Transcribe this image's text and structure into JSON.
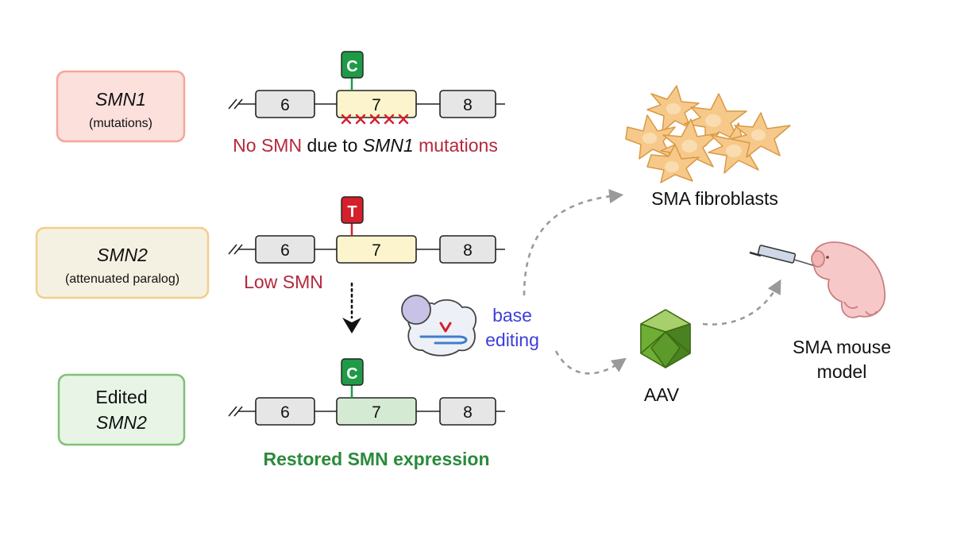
{
  "genes": [
    {
      "name": "SMN1",
      "subtitle": "(mutations)",
      "prefix": ""
    },
    {
      "name": "SMN2",
      "subtitle": "(attenuated paralog)",
      "prefix": ""
    },
    {
      "name": "SMN2",
      "subtitle": "",
      "prefix": "Edited"
    }
  ],
  "exons": {
    "left": "6",
    "middle": "7",
    "right": "8"
  },
  "bases": {
    "row1": "C",
    "row2": "T",
    "row3": "C"
  },
  "captions": {
    "row1": {
      "part1": "No SMN",
      "part2": " due to ",
      "part3": "SMN1",
      "part4": " mutations"
    },
    "row2": "Low SMN",
    "row3": "Restored SMN expression"
  },
  "base_editing": {
    "line1": "base",
    "line2": "editing"
  },
  "targets": {
    "fibroblasts": "SMA fibroblasts",
    "aav": "AAV",
    "mouse_line1": "SMA mouse",
    "mouse_line2": "model"
  },
  "colors": {
    "smn1_box_fill": "#fbe0dc",
    "smn1_box_stroke": "#f3a79a",
    "smn2_box_fill": "#f5f1e2",
    "smn2_box_stroke": "#f2cf8a",
    "edited_box_fill": "#e7f4e6",
    "edited_box_stroke": "#82bf79",
    "exon7_yellow": "#fbf4cd",
    "exon7_green": "#d4ead3",
    "base_c": "#1f9a47",
    "base_t": "#d4202b",
    "red_text": "#b4283c",
    "green_text": "#2a8a3b",
    "blue_text": "#3d3fd8",
    "fibroblast": "#f6c98a",
    "aav": "#5f9a2b",
    "mouse": "#f6c9c8"
  }
}
